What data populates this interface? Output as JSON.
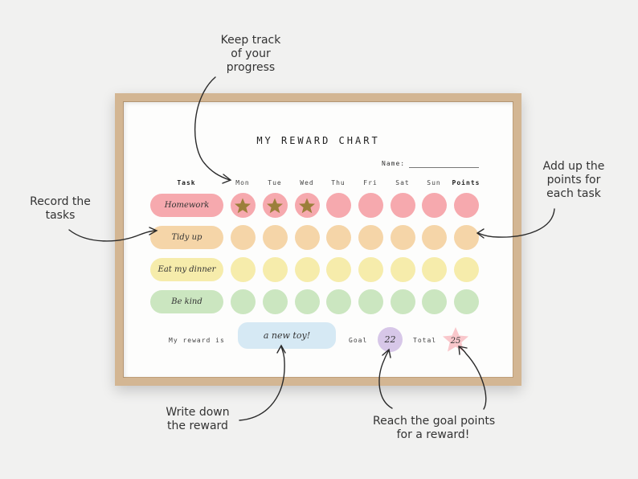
{
  "chart": {
    "title": "MY REWARD CHART",
    "name_label": "Name:",
    "task_header": "Task",
    "days": [
      "Mon",
      "Tue",
      "Wed",
      "Thu",
      "Fri",
      "Sat",
      "Sun"
    ],
    "points_header": "Points",
    "tasks": [
      {
        "label": "Homework",
        "pill_color": "#f6a9ae",
        "dot_color": "#f6a9ae",
        "stars": 3
      },
      {
        "label": "Tidy up",
        "pill_color": "#f5d5a8",
        "dot_color": "#f5d5a8",
        "stars": 0
      },
      {
        "label": "Eat my dinner",
        "pill_color": "#f6ecab",
        "dot_color": "#f6ecab",
        "stars": 0
      },
      {
        "label": "Be kind",
        "pill_color": "#cbe6c0",
        "dot_color": "#cbe6c0",
        "stars": 0
      }
    ],
    "star_color": "#9b7f3a",
    "reward_label": "My reward is",
    "reward_value": "a new toy!",
    "goal_label": "Goal",
    "goal_value": "22",
    "total_label": "Total",
    "total_value": "25",
    "total_star_color": "#f9c7cb"
  },
  "annotations": {
    "progress": [
      "Keep track",
      "of your",
      "progress"
    ],
    "tasks": [
      "Record the",
      "tasks"
    ],
    "points": [
      "Add up the",
      "points for",
      "each task"
    ],
    "reward": [
      "Write down",
      "the reward"
    ],
    "goal": [
      "Reach the goal points",
      "for a reward!"
    ]
  }
}
